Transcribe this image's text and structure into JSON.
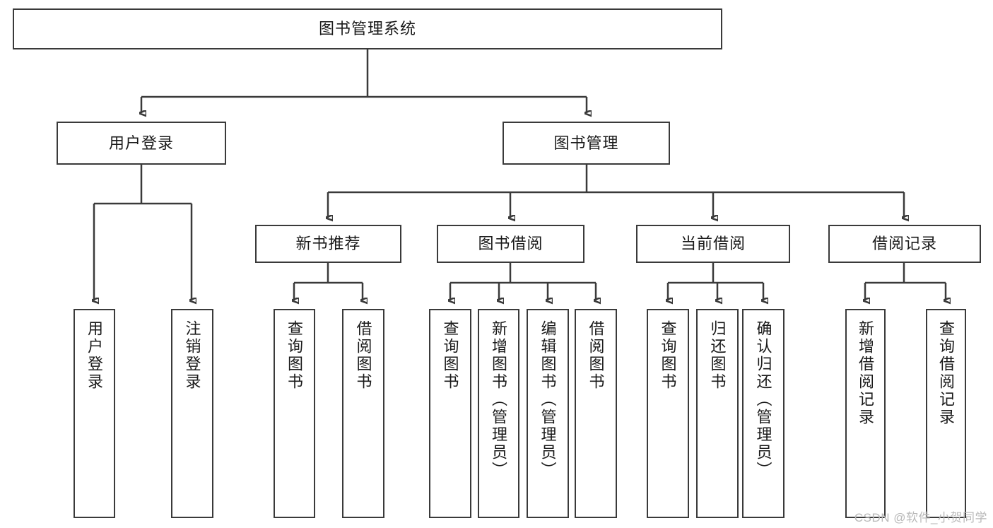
{
  "diagram": {
    "type": "hierarchy-tree",
    "title": "图书管理系统",
    "watermark": "CSDN @软件_小贺同学",
    "accent_color": "#3a3a3a",
    "background_color": "#ffffff",
    "levels": 4,
    "root": {
      "id": "root",
      "label": "图书管理系统",
      "orientation": "horizontal"
    },
    "level2": [
      {
        "id": "user-login",
        "label": "用户登录",
        "orientation": "horizontal"
      },
      {
        "id": "book-manage",
        "label": "图书管理",
        "orientation": "horizontal"
      }
    ],
    "level3": [
      {
        "id": "new-book-recommend",
        "label": "新书推荐",
        "orientation": "horizontal",
        "parent": "book-manage"
      },
      {
        "id": "book-borrow",
        "label": "图书借阅",
        "orientation": "horizontal",
        "parent": "book-manage"
      },
      {
        "id": "current-borrow",
        "label": "当前借阅",
        "orientation": "horizontal",
        "parent": "book-manage"
      },
      {
        "id": "borrow-record",
        "label": "借阅记录",
        "orientation": "horizontal",
        "parent": "book-manage"
      }
    ],
    "leaves": [
      {
        "id": "leaf-user-login",
        "label": "用户登录",
        "orientation": "vertical",
        "parent": "user-login"
      },
      {
        "id": "leaf-logout-login",
        "label": "注销登录",
        "orientation": "vertical",
        "parent": "user-login"
      },
      {
        "id": "leaf-query-book-1",
        "label": "查询图书",
        "orientation": "vertical",
        "parent": "new-book-recommend"
      },
      {
        "id": "leaf-borrow-book-1",
        "label": "借阅图书",
        "orientation": "vertical",
        "parent": "new-book-recommend"
      },
      {
        "id": "leaf-query-book-2",
        "label": "查询图书",
        "orientation": "vertical",
        "parent": "book-borrow"
      },
      {
        "id": "leaf-add-book-admin",
        "label": "新增图书（管理员）",
        "orientation": "vertical",
        "parent": "book-borrow"
      },
      {
        "id": "leaf-edit-book-admin",
        "label": "编辑图书（管理员）",
        "orientation": "vertical",
        "parent": "book-borrow"
      },
      {
        "id": "leaf-borrow-book-2",
        "label": "借阅图书",
        "orientation": "vertical",
        "parent": "book-borrow"
      },
      {
        "id": "leaf-query-book-3",
        "label": "查询图书",
        "orientation": "vertical",
        "parent": "current-borrow"
      },
      {
        "id": "leaf-return-book",
        "label": "归还图书",
        "orientation": "vertical",
        "parent": "current-borrow"
      },
      {
        "id": "leaf-confirm-return-admin",
        "label": "确认归还（管理员）",
        "orientation": "vertical",
        "parent": "current-borrow"
      },
      {
        "id": "leaf-add-borrow-record",
        "label": "新增借阅记录",
        "orientation": "vertical",
        "parent": "borrow-record"
      },
      {
        "id": "leaf-query-borrow-record",
        "label": "查询借阅记录",
        "orientation": "vertical",
        "parent": "borrow-record"
      }
    ]
  }
}
